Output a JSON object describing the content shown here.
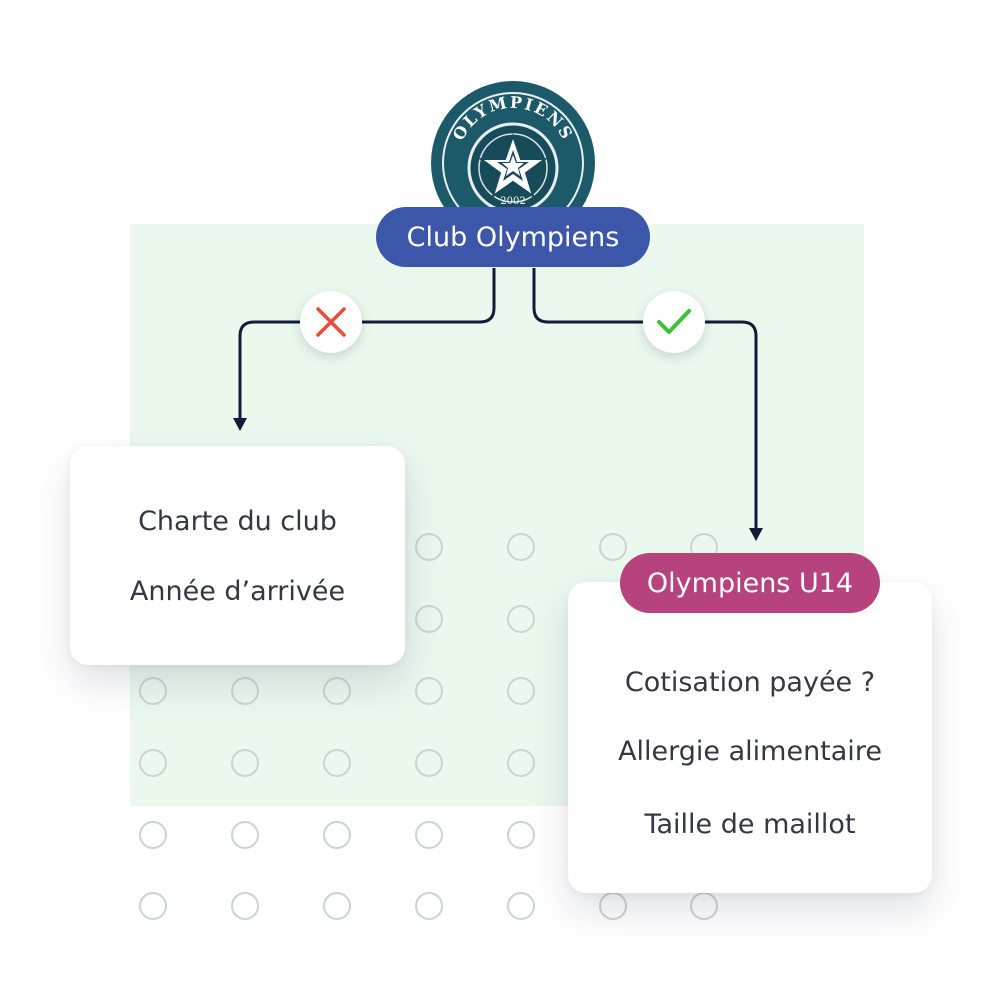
{
  "club": {
    "name": "Club Olympiens",
    "logo_text": "OLYMPIENS",
    "logo_year": "2002",
    "color": "#3c56a9"
  },
  "branches": [
    {
      "status": "rejected",
      "status_icon": "cross-icon",
      "status_color": "#e94b3c",
      "fields": [
        "Charte du club",
        "Année d’arrivée"
      ]
    },
    {
      "status": "accepted",
      "status_icon": "check-icon",
      "status_color": "#3cc13b",
      "label": "Olympiens U14",
      "label_color": "#b6427e",
      "fields": [
        "Cotisation payée ?",
        "Allergie alimentaire",
        "Taille de maillot"
      ]
    }
  ],
  "background": {
    "area_color": "#eaf8ee"
  }
}
